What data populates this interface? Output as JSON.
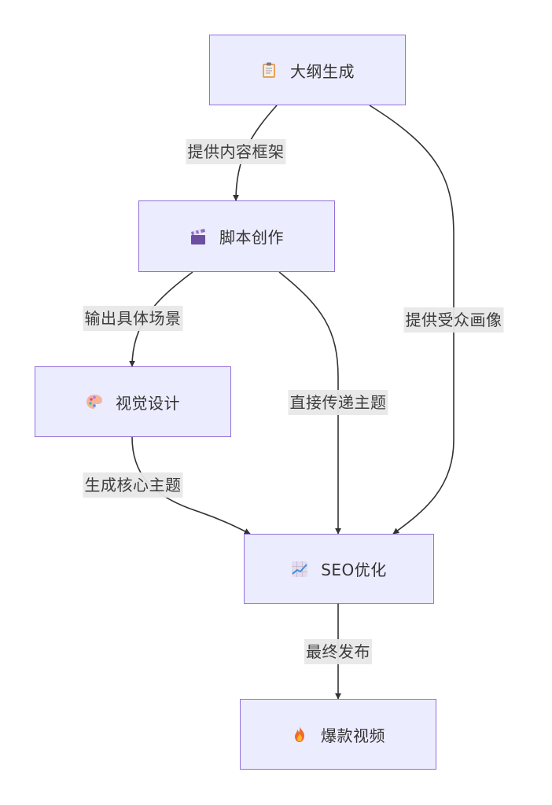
{
  "diagram": {
    "type": "flowchart",
    "direction": "TB",
    "colors": {
      "node_fill": "#ECECFF",
      "node_border": "#9370DB",
      "edge": "#333333",
      "label_bg": "#E8E8E8",
      "text": "#333333"
    },
    "nodes": {
      "outline": {
        "label": "大纲生成",
        "icon": "clipboard-icon"
      },
      "script": {
        "label": "脚本创作",
        "icon": "clapper-board-icon"
      },
      "visual": {
        "label": "视觉设计",
        "icon": "artist-palette-icon"
      },
      "seo": {
        "label": "SEO优化",
        "icon": "chart-increasing-icon"
      },
      "viral": {
        "label": "爆款视频",
        "icon": "fire-icon"
      }
    },
    "edges": [
      {
        "from": "outline",
        "to": "script",
        "label": "提供内容框架"
      },
      {
        "from": "outline",
        "to": "seo",
        "label": "提供受众画像"
      },
      {
        "from": "script",
        "to": "visual",
        "label": "输出具体场景"
      },
      {
        "from": "script",
        "to": "seo",
        "label": "直接传递主题"
      },
      {
        "from": "visual",
        "to": "seo",
        "label": "生成核心主题"
      },
      {
        "from": "seo",
        "to": "viral",
        "label": "最终发布"
      }
    ]
  }
}
